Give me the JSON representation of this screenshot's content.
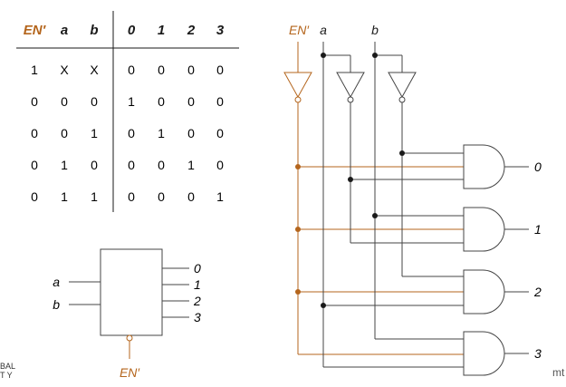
{
  "colors": {
    "accent": "#b4651c",
    "ink": "#1a1a1a",
    "wire": "#444444"
  },
  "truth_table": {
    "input_headers": [
      "EN′",
      "a",
      "b"
    ],
    "output_headers": [
      "0",
      "1",
      "2",
      "3"
    ],
    "rows": [
      [
        "1",
        "X",
        "X",
        "0",
        "0",
        "0",
        "0"
      ],
      [
        "0",
        "0",
        "0",
        "1",
        "0",
        "0",
        "0"
      ],
      [
        "0",
        "0",
        "1",
        "0",
        "1",
        "0",
        "0"
      ],
      [
        "0",
        "1",
        "0",
        "0",
        "0",
        "1",
        "0"
      ],
      [
        "0",
        "1",
        "1",
        "0",
        "0",
        "0",
        "1"
      ]
    ]
  },
  "block": {
    "inputs": [
      "a",
      "b"
    ],
    "outputs": [
      "0",
      "1",
      "2",
      "3"
    ],
    "enable": "EN′"
  },
  "circuit": {
    "inputs": [
      "EN′",
      "a",
      "b"
    ],
    "outputs": [
      "0",
      "1",
      "2",
      "3"
    ]
  },
  "watermark_left": [
    "BAL",
    "T Y"
  ],
  "watermark_right": "mt"
}
